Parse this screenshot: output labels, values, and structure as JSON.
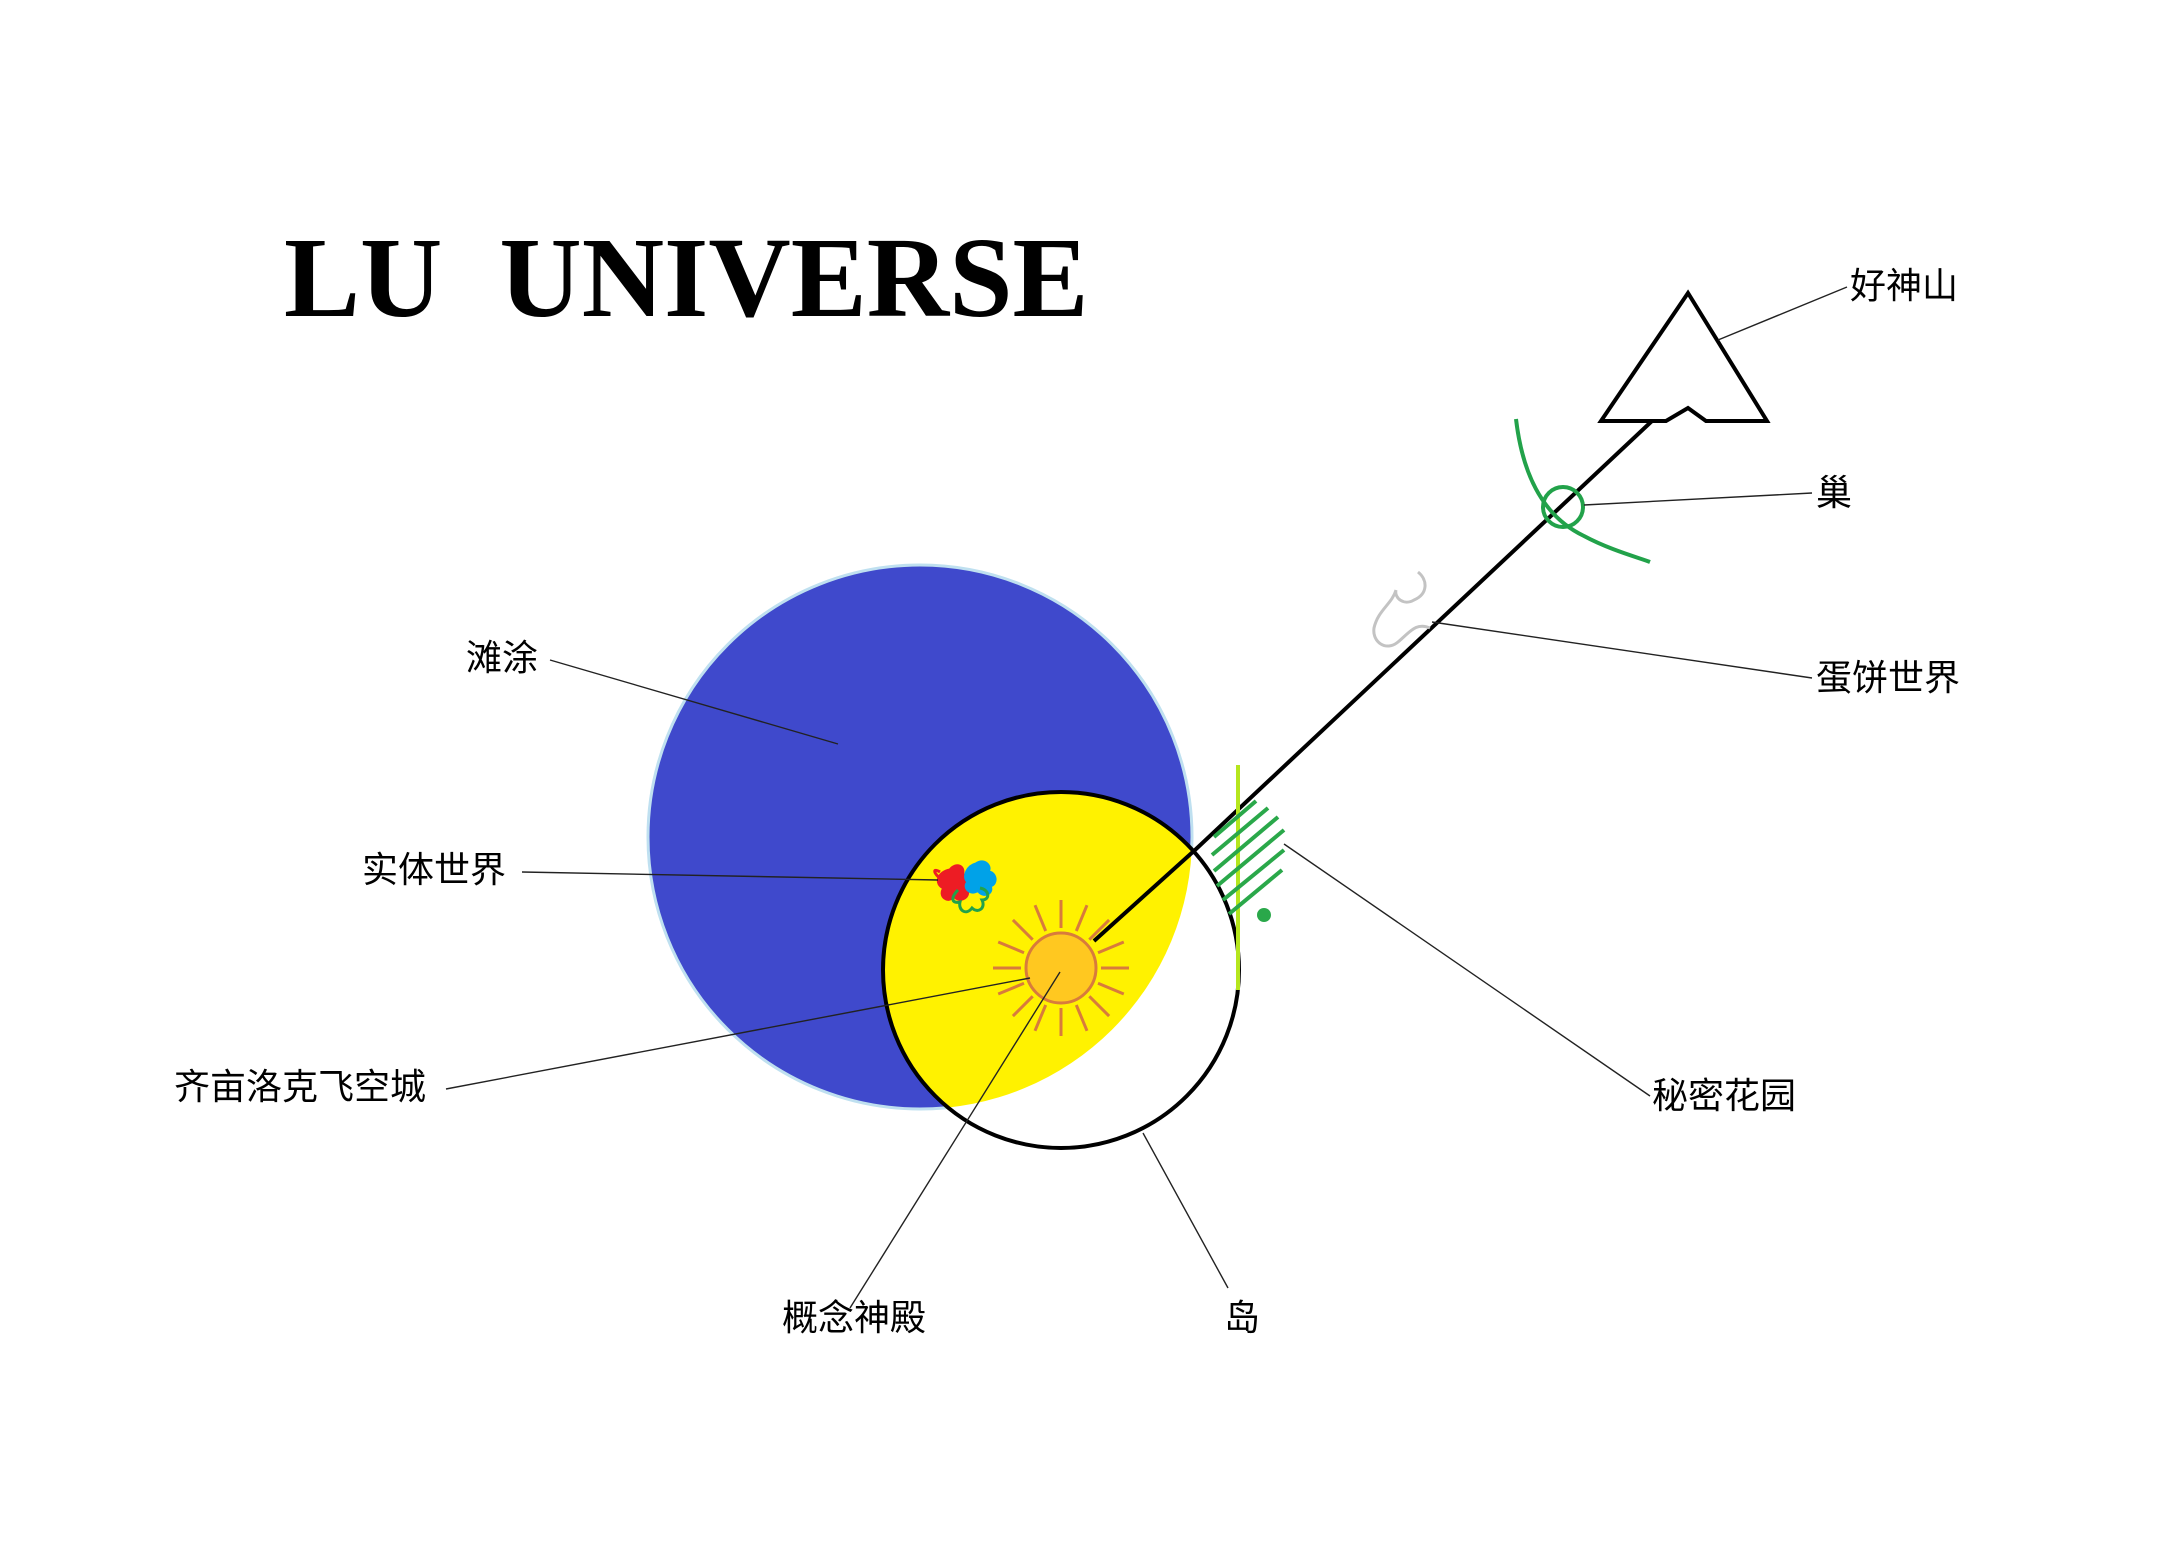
{
  "title": "LU  UNIVERSE",
  "labels": {
    "tantu": "滩涂",
    "shiti": "实体世界",
    "qimu": "齐亩洛克飞空城",
    "gainian": "概念神殿",
    "dao": "岛",
    "haoshen": "好神山",
    "chao": "巢",
    "danbing": "蛋饼世界",
    "mimi": "秘密花园"
  },
  "colors": {
    "background": "#ffffff",
    "tantu_fill": "#3f49cc",
    "tantu_edge": "#bfe0f0",
    "yellow_region": "#fff200",
    "sun_fill": "#ffc820",
    "sun_rays": "#d87b3c",
    "outline": "#000000",
    "nest_green": "#22a24a",
    "garden_green": "#2aa84a",
    "garden_line": "#b5e61d",
    "scribble_gray": "#c3c3c3",
    "red": "#ed1c24",
    "blue": "#00a2e8"
  },
  "icons": [
    "mountain-triangle-icon",
    "nest-icon",
    "sun-icon",
    "flower-icon"
  ]
}
